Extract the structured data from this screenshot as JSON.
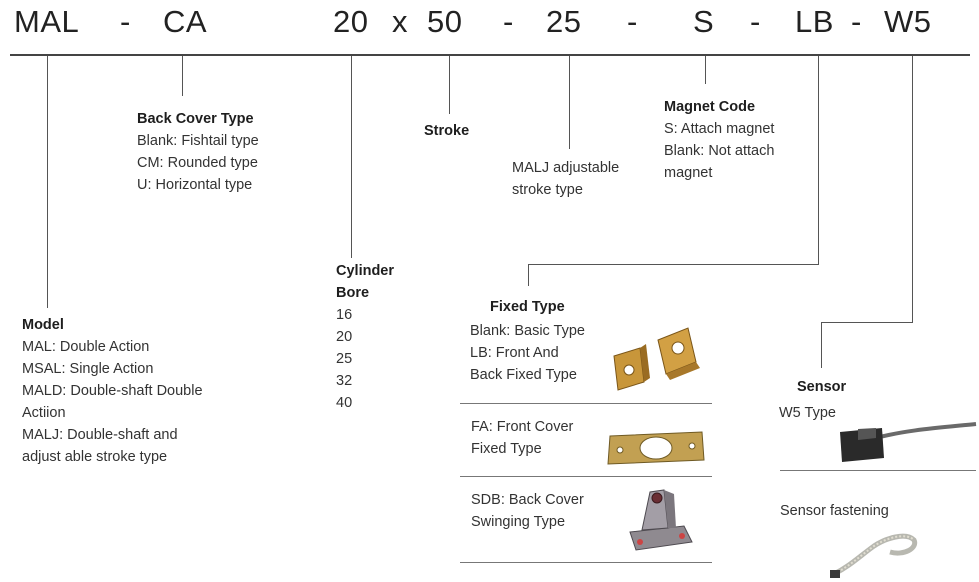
{
  "code": {
    "model": "MAL",
    "dash1": "-",
    "back_cover": "CA",
    "bore": "20",
    "x": "x",
    "stroke": "50",
    "dash2": "-",
    "adjust": "25",
    "dash3": "-",
    "magnet": "S",
    "dash4": "-",
    "fixed": "LB",
    "dash5": "-",
    "sensor": "W5"
  },
  "back_cover": {
    "title": "Back Cover Type",
    "lines": [
      "Blank: Fishtail type",
      "CM: Rounded type",
      "U: Horizontal type"
    ]
  },
  "stroke": {
    "title": "Stroke"
  },
  "adjustable": {
    "lines": [
      "MALJ adjustable",
      "stroke type"
    ]
  },
  "magnet": {
    "title": "Magnet Code",
    "lines": [
      "S: Attach magnet",
      "Blank: Not attach",
      "magnet"
    ]
  },
  "bore": {
    "title_lines": [
      "Cylinder",
      "Bore"
    ],
    "values": [
      "16",
      "20",
      "25",
      "32",
      "40"
    ]
  },
  "model": {
    "title": "Model",
    "lines": [
      "MAL: Double Action",
      "MSAL: Single Action",
      "MALD: Double-shaft Double",
      "Actiion",
      "MALJ: Double-shaft and",
      "adjust able stroke type"
    ]
  },
  "fixed": {
    "title": "Fixed Type",
    "basic_lines": [
      "Blank: Basic Type",
      "LB: Front And",
      "Back Fixed Type"
    ],
    "fa_lines": [
      "FA: Front Cover",
      "Fixed Type"
    ],
    "sdb_lines": [
      "SDB: Back Cover",
      "Swinging Type"
    ]
  },
  "sensor": {
    "title": "Sensor",
    "type": "W5 Type",
    "fastening": "Sensor fastening"
  },
  "colors": {
    "line": "#555555",
    "bracket": "#b8862e",
    "sensor_body": "#2a2a2a"
  }
}
